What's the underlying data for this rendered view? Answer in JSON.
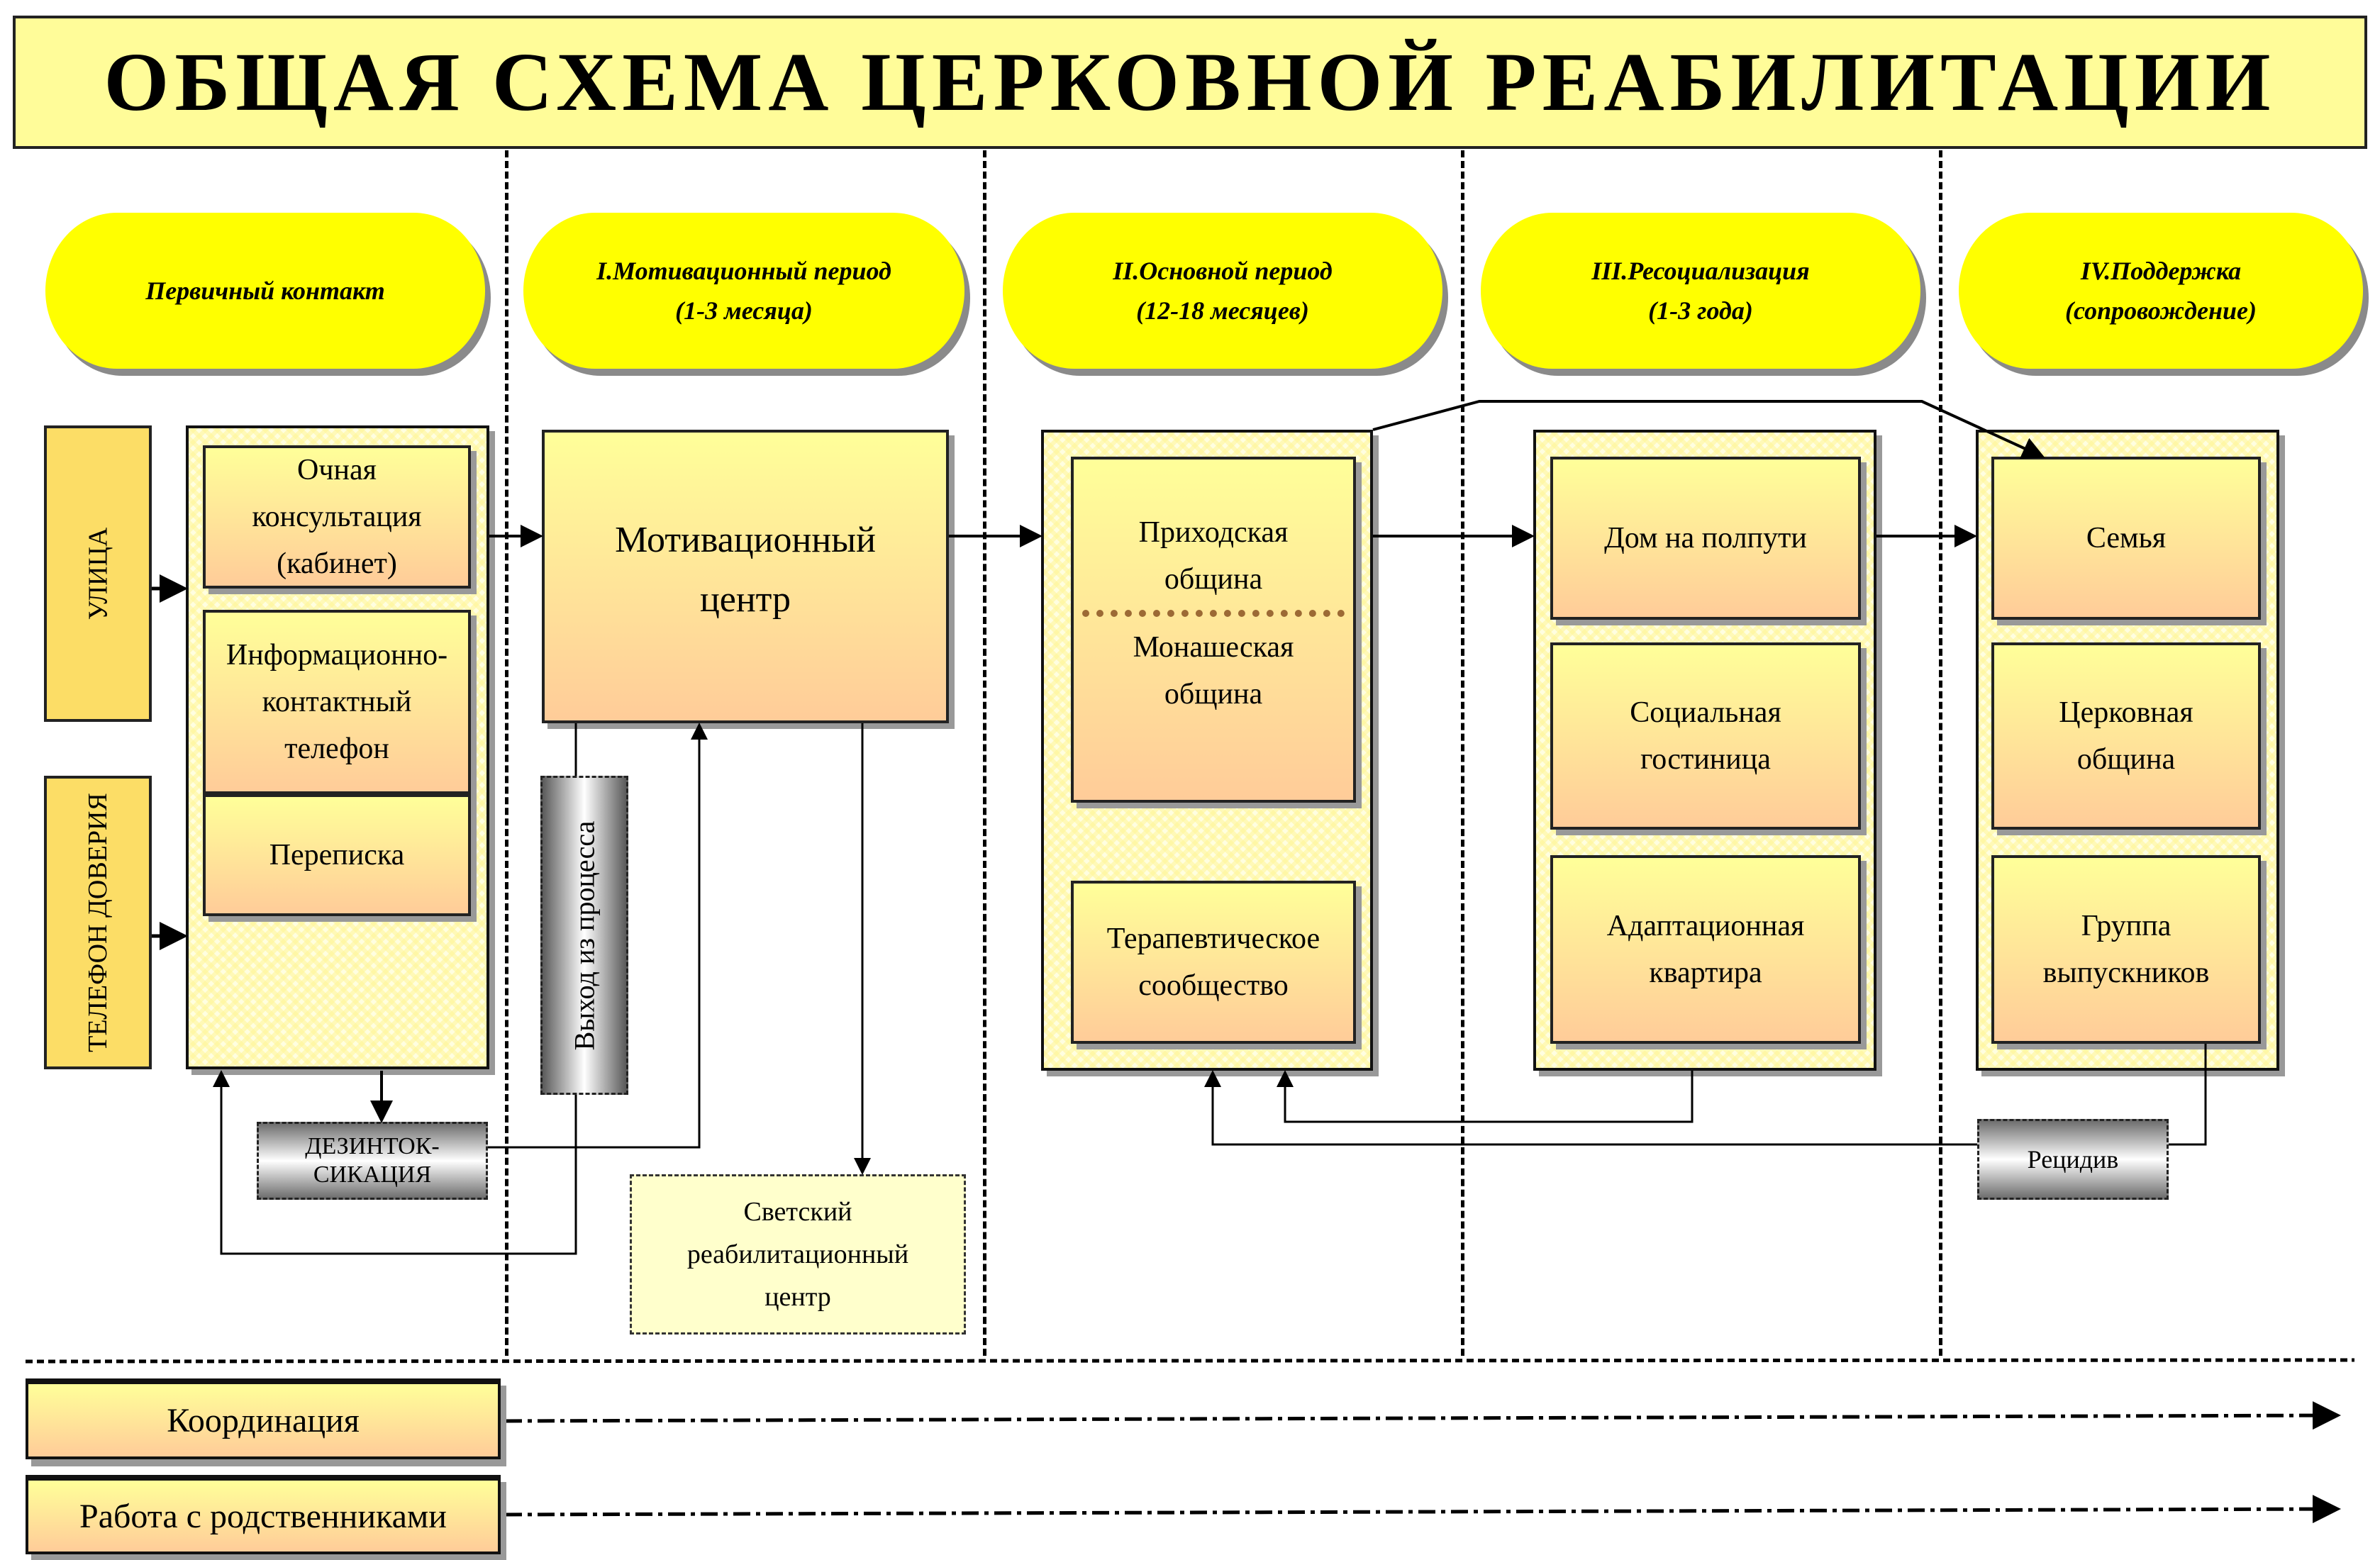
{
  "title": "ОБЩАЯ СХЕМА ЦЕРКОВНОЙ РЕАБИЛИТАЦИИ",
  "phases": [
    {
      "line1": "Первичный контакт",
      "line2": ""
    },
    {
      "line1": "I.Мотивационный период",
      "line2": "(1-3 месяца)"
    },
    {
      "line1": "II.Основной период",
      "line2": "(12-18 месяцев)"
    },
    {
      "line1": "III.Ресоциализация",
      "line2": "(1-3 года)"
    },
    {
      "line1": "IV.Поддержка",
      "line2": "(сопровождение)"
    }
  ],
  "sources": [
    "УЛИЦА",
    "ТЕЛЕФОН ДОВЕРИЯ"
  ],
  "contact": {
    "consultation": [
      "Очная",
      "консультация",
      "(кабинет)"
    ],
    "phone": [
      "Информационно-",
      "контактный",
      "телефон"
    ],
    "correspondence": [
      "Переписка"
    ]
  },
  "detox": [
    "ДЕЗИНТОК-",
    "СИКАЦИЯ"
  ],
  "motivation_center": [
    "Мотивационный",
    "центр"
  ],
  "exit": "Выход из процесса",
  "secular_center": [
    "Светский",
    "реабилитационный",
    "центр"
  ],
  "main": {
    "parish": [
      "Приходская",
      "община"
    ],
    "monastic": [
      "Монашеская",
      "община"
    ],
    "therapeutic": [
      "Терапевтическое",
      "сообщество"
    ]
  },
  "resocialization": {
    "halfway": [
      "Дом на полпути"
    ],
    "hotel": [
      "Социальная",
      "гостиница"
    ],
    "apartment": [
      "Адаптационная",
      "квартира"
    ]
  },
  "support": {
    "family": [
      "Семья"
    ],
    "church": [
      "Церковная",
      "община"
    ],
    "alumni": [
      "Группа",
      "выпускников"
    ]
  },
  "relapse": "Рецидив",
  "cross": {
    "coordination": "Координация",
    "relatives": "Работа с родственниками"
  },
  "colors": {
    "title_bg": "#FFFC99",
    "phase_bg": "#FFFF00",
    "source_bg": "#FCDD66",
    "box_top": "#FFFF99",
    "box_bottom": "#FFCC99",
    "secular_bg": "#FFFFCC"
  }
}
